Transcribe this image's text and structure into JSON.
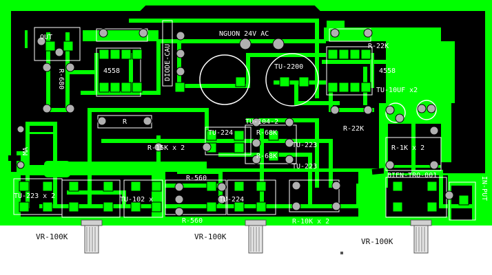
{
  "board": {
    "colors": {
      "copper": "#00ff00",
      "void": "#000000",
      "silk": "#ffffff",
      "pad": "#a0a0a0"
    },
    "labels": {
      "out": "OUT",
      "r680": "R-680",
      "ma": "MA",
      "tu223_x2": "TU-223 x 2",
      "diode_cau": "DIODE-CAU",
      "nguon": "NGUON 24V AC",
      "tu2200": "TU-2200",
      "ic_left": "4558",
      "ic_right": "4558",
      "r22k_top": "R-22K",
      "r22k_mid": "R-22K",
      "tu10uf": "TU-10UF x2",
      "r_small": "R",
      "r15k": "R-15K x 2",
      "tu224_mid": "TU-224",
      "r68k_a": "R-68K",
      "r68k_b": "R-68K",
      "tu104": "TU-104-2",
      "tu223_a": "TU-223",
      "tu223_b": "TU-223",
      "r1k_x2": "R-1K x 2",
      "bien_tro": "BIEN-TRO-001",
      "in_put": "IN-PUT",
      "r560_top": "R-560",
      "r560_bot": "R-560",
      "tu102": "TU-102 x",
      "tu224_bot": "TU-224",
      "r10k": "R-10K x 2"
    }
  },
  "pots": [
    {
      "label": "VR-100K"
    },
    {
      "label": "VR-100K"
    },
    {
      "label": "VR-100K"
    }
  ]
}
